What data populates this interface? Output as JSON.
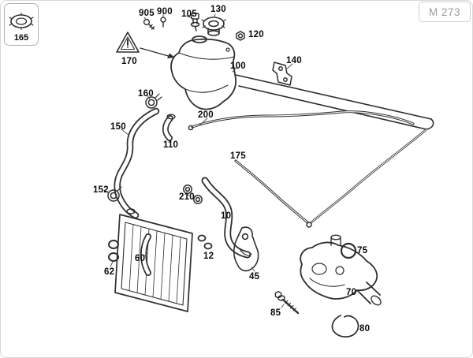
{
  "model_box": {
    "label": "M 273"
  },
  "inset_box": {
    "part_number": "165"
  },
  "part_labels": {
    "p905": "905",
    "p900": "900",
    "p105": "105",
    "p130": "130",
    "p120": "120",
    "p170": "170",
    "p100": "100",
    "p140": "140",
    "p160": "160",
    "p150": "150",
    "p110": "110",
    "p200": "200",
    "p175": "175",
    "p152": "152",
    "p210": "210",
    "p10": "10",
    "p60": "60",
    "p62": "62",
    "p12": "12",
    "p45": "45",
    "p75": "75",
    "p70": "70",
    "p85": "85",
    "p80": "80",
    "p165": "165"
  },
  "colors": {
    "line": "#2e2e2e",
    "label_text": "#0a0a0a",
    "model_text": "#9b9b9b",
    "box_border": "#b0b0b0",
    "background": "#ffffff"
  }
}
